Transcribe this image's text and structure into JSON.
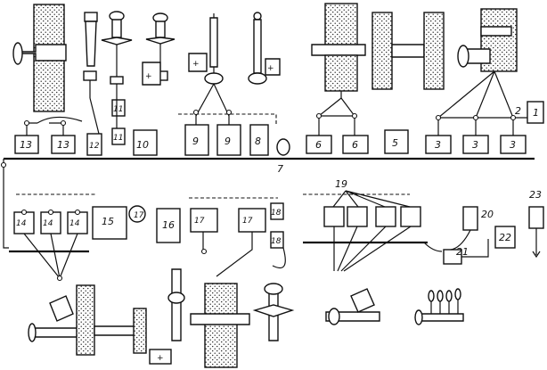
{
  "labels": {
    "n1": "1",
    "n2": "2",
    "n3a": "3",
    "n3b": "3",
    "n3c": "3",
    "n5": "5",
    "n6a": "6",
    "n6b": "6",
    "n7": "7",
    "n8": "8",
    "n9a": "9",
    "n9b": "9",
    "n10": "10",
    "n11a": "11",
    "n11b": "11",
    "n12": "12",
    "n13a": "13",
    "n13b": "13",
    "n14a": "14",
    "n14b": "14",
    "n14c": "14",
    "n15": "15",
    "n16": "16",
    "n17a": "17",
    "n17b": "17",
    "n17c": "17",
    "n18a": "18",
    "n18b": "18",
    "n19": "19",
    "n20": "20",
    "n21": "21",
    "n22": "22",
    "n23": "23"
  }
}
